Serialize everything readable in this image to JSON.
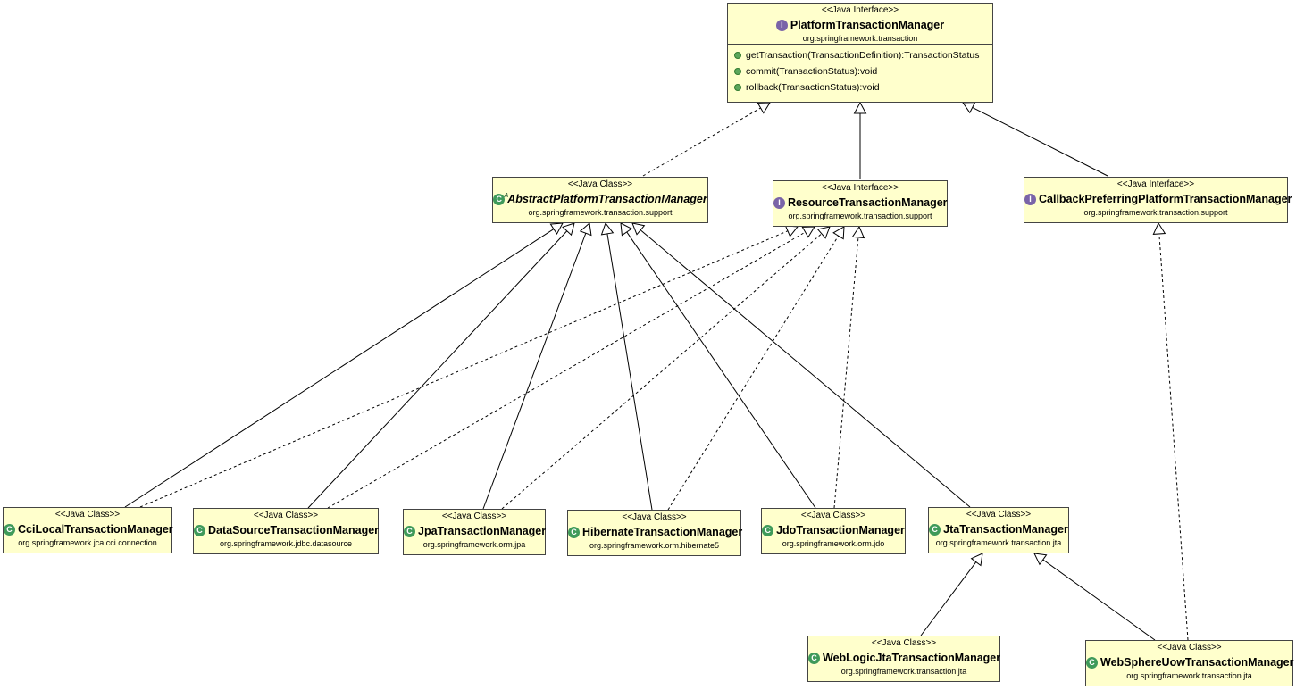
{
  "nodes": {
    "ptm": {
      "stereotype": "<<Java Interface>>",
      "name": "PlatformTransactionManager",
      "package": "org.springframework.transaction",
      "kind": "interface",
      "methods": [
        "getTransaction(TransactionDefinition):TransactionStatus",
        "commit(TransactionStatus):void",
        "rollback(TransactionStatus):void"
      ]
    },
    "aptm": {
      "stereotype": "<<Java Class>>",
      "name": "AbstractPlatformTransactionManager",
      "package": "org.springframework.transaction.support",
      "kind": "abstract-class"
    },
    "rtm": {
      "stereotype": "<<Java Interface>>",
      "name": "ResourceTransactionManager",
      "package": "org.springframework.transaction.support",
      "kind": "interface"
    },
    "cpptm": {
      "stereotype": "<<Java Interface>>",
      "name": "CallbackPreferringPlatformTransactionManager",
      "package": "org.springframework.transaction.support",
      "kind": "interface"
    },
    "cci": {
      "stereotype": "<<Java Class>>",
      "name": "CciLocalTransactionManager",
      "package": "org.springframework.jca.cci.connection",
      "kind": "class"
    },
    "ds": {
      "stereotype": "<<Java Class>>",
      "name": "DataSourceTransactionManager",
      "package": "org.springframework.jdbc.datasource",
      "kind": "class"
    },
    "jpa": {
      "stereotype": "<<Java Class>>",
      "name": "JpaTransactionManager",
      "package": "org.springframework.orm.jpa",
      "kind": "class"
    },
    "hib": {
      "stereotype": "<<Java Class>>",
      "name": "HibernateTransactionManager",
      "package": "org.springframework.orm.hibernate5",
      "kind": "class"
    },
    "jdo": {
      "stereotype": "<<Java Class>>",
      "name": "JdoTransactionManager",
      "package": "org.springframework.orm.jdo",
      "kind": "class"
    },
    "jta": {
      "stereotype": "<<Java Class>>",
      "name": "JtaTransactionManager",
      "package": "org.springframework.transaction.jta",
      "kind": "class"
    },
    "wl": {
      "stereotype": "<<Java Class>>",
      "name": "WebLogicJtaTransactionManager",
      "package": "org.springframework.transaction.jta",
      "kind": "class"
    },
    "ws": {
      "stereotype": "<<Java Class>>",
      "name": "WebSphereUowTransactionManager",
      "package": "org.springframework.transaction.jta",
      "kind": "class"
    }
  },
  "relations": [
    {
      "from": "aptm",
      "to": "ptm",
      "type": "realization"
    },
    {
      "from": "rtm",
      "to": "ptm",
      "type": "generalization"
    },
    {
      "from": "cpptm",
      "to": "ptm",
      "type": "generalization"
    },
    {
      "from": "cci",
      "to": "aptm",
      "type": "generalization"
    },
    {
      "from": "ds",
      "to": "aptm",
      "type": "generalization"
    },
    {
      "from": "jpa",
      "to": "aptm",
      "type": "generalization"
    },
    {
      "from": "hib",
      "to": "aptm",
      "type": "generalization"
    },
    {
      "from": "jdo",
      "to": "aptm",
      "type": "generalization"
    },
    {
      "from": "jta",
      "to": "aptm",
      "type": "generalization"
    },
    {
      "from": "cci",
      "to": "rtm",
      "type": "realization"
    },
    {
      "from": "ds",
      "to": "rtm",
      "type": "realization"
    },
    {
      "from": "jpa",
      "to": "rtm",
      "type": "realization"
    },
    {
      "from": "hib",
      "to": "rtm",
      "type": "realization"
    },
    {
      "from": "jdo",
      "to": "rtm",
      "type": "realization"
    },
    {
      "from": "wl",
      "to": "jta",
      "type": "generalization"
    },
    {
      "from": "ws",
      "to": "jta",
      "type": "generalization"
    },
    {
      "from": "ws",
      "to": "cpptm",
      "type": "realization"
    }
  ]
}
